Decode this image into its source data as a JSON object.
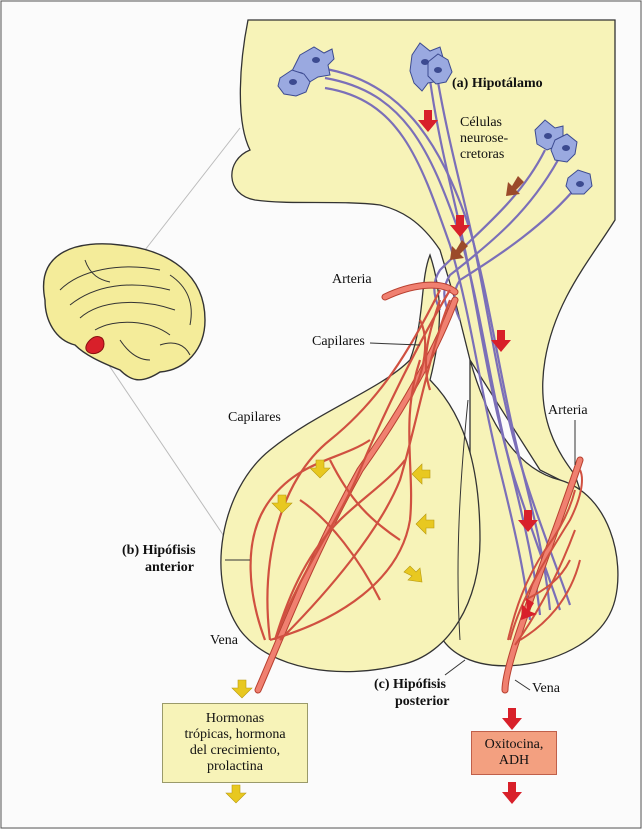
{
  "labels": {
    "hypothalamus": "(a) Hipotálamo",
    "neurosecretory_line1": "Células",
    "neurosecretory_line2": "neurose-",
    "neurosecretory_line3": "cretoras",
    "artery_top": "Arteria",
    "capillaries_upper": "Capilares",
    "capillaries_lower": "Capilares",
    "artery_right": "Arteria",
    "anterior_line1": "(b) Hipófisis",
    "anterior_line2": "anterior",
    "vein_left": "Vena",
    "vein_right": "Vena",
    "posterior_line1": "(c) Hipófisis",
    "posterior_line2": "posterior"
  },
  "boxes": {
    "anterior_line1": "Hormonas",
    "anterior_line2": "trópicas, hormona",
    "anterior_line3": "del crecimiento,",
    "anterior_line4": "prolactina",
    "posterior_line1": "Oxitocina,",
    "posterior_line2": "ADH"
  },
  "colors": {
    "tissue": "#f7f3b8",
    "vessel": "#f08070",
    "nerve": "#7b6fb8",
    "red_arrow": "#d8202a",
    "yellow_arrow": "#e8c820",
    "brown_arrow": "#9b4a2a"
  }
}
